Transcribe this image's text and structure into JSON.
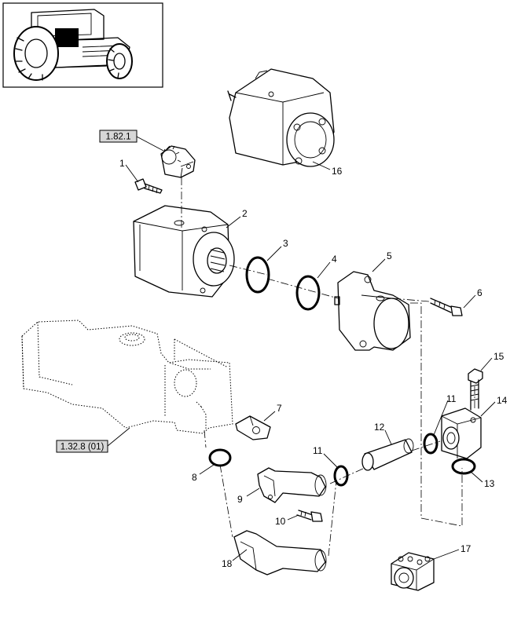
{
  "refs": {
    "r1": "1.82.1",
    "r2": "1.32.8 (01)"
  },
  "callouts": {
    "c1": "1",
    "c2": "2",
    "c3": "3",
    "c4": "4",
    "c5": "5",
    "c6": "6",
    "c7": "7",
    "c8": "8",
    "c9": "9",
    "c10": "10",
    "c11a": "11",
    "c11b": "11",
    "c12": "12",
    "c13": "13",
    "c14": "14",
    "c15": "15",
    "c16": "16",
    "c17": "17",
    "c18": "18"
  }
}
